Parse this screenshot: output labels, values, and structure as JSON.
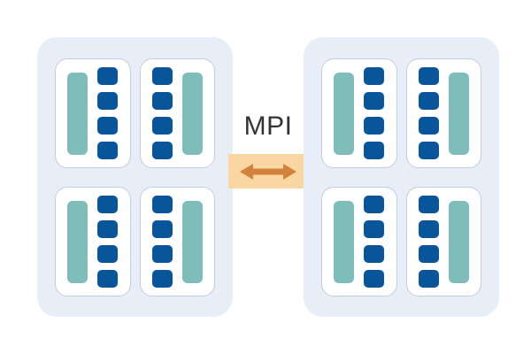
{
  "diagram": {
    "title": "MPI distributed-memory node interconnect diagram",
    "colors": {
      "node_panel": "#e7eef8",
      "socket_card": "#ffffff",
      "socket_card_border": "#c3cde0",
      "memory_bar": "#7fbdba",
      "core_square": "#08559b",
      "arrow_box": "#fad6a2",
      "arrow": "#d2823c",
      "label_text": "#333333",
      "background": "#ffffff"
    }
  },
  "interconnect": {
    "label": "MPI",
    "arrow_icon": "double-headed-horizontal-arrow-icon",
    "direction": "bidirectional"
  },
  "nodes": [
    {
      "id": "node-left",
      "position": "left",
      "sockets": [
        {
          "id": "socket-left-top-left",
          "layout": "memory-left",
          "memory_bars": 1,
          "cores": 4
        },
        {
          "id": "socket-left-top-right",
          "layout": "memory-right",
          "memory_bars": 1,
          "cores": 4
        },
        {
          "id": "socket-left-bottom-left",
          "layout": "memory-left",
          "memory_bars": 1,
          "cores": 4
        },
        {
          "id": "socket-left-bottom-right",
          "layout": "memory-right",
          "memory_bars": 1,
          "cores": 4
        }
      ]
    },
    {
      "id": "node-right",
      "position": "right",
      "sockets": [
        {
          "id": "socket-right-top-left",
          "layout": "memory-left",
          "memory_bars": 1,
          "cores": 4
        },
        {
          "id": "socket-right-top-right",
          "layout": "memory-right",
          "memory_bars": 1,
          "cores": 4
        },
        {
          "id": "socket-right-bottom-left",
          "layout": "memory-left",
          "memory_bars": 1,
          "cores": 4
        },
        {
          "id": "socket-right-bottom-right",
          "layout": "memory-right",
          "memory_bars": 1,
          "cores": 4
        }
      ]
    }
  ]
}
